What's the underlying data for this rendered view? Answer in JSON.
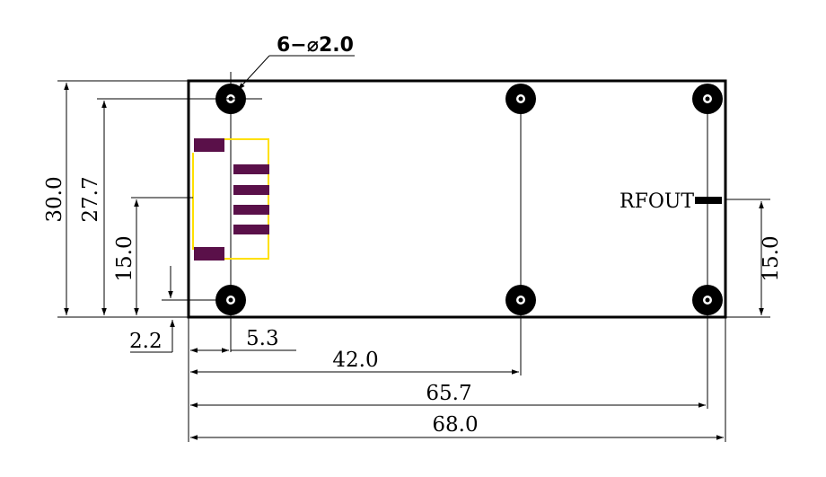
{
  "callout": {
    "holes": "6−⌀2.0"
  },
  "labels": {
    "rfout": "RFOUT"
  },
  "dimensions": {
    "height_total": "30.0",
    "height_holes": "27.7",
    "left_15": "15.0",
    "right_15": "15.0",
    "bottom_offset": "2.2",
    "x_5_3": "5.3",
    "x_42": "42.0",
    "x_65_7": "65.7",
    "x_68": "68.0"
  },
  "colors": {
    "board_outline": "#000000",
    "connector_outline": "#ffe000",
    "pads": "#5a1049",
    "holes": "#000000"
  }
}
